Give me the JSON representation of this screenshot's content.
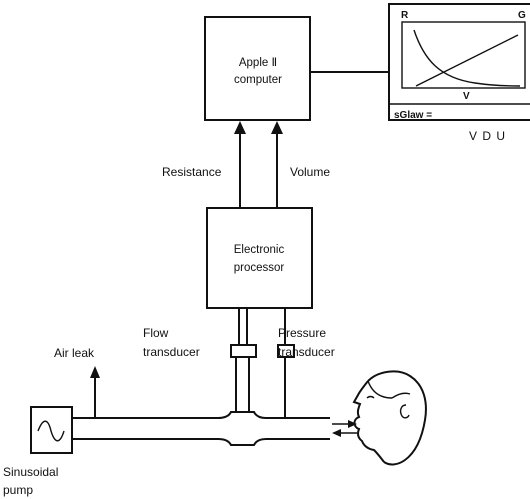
{
  "computer": {
    "line1": "Apple Ⅱ",
    "line2": "computer"
  },
  "vdu": {
    "label": "V D U",
    "axis_r": "R",
    "axis_g": "G",
    "axis_v": "V",
    "readout": "sGlaw ="
  },
  "arrows": {
    "resistance": "Resistance",
    "volume": "Volume"
  },
  "processor": {
    "line1": "Electronic",
    "line2": "processor"
  },
  "flow_transducer": {
    "line1": "Flow",
    "line2": "transducer"
  },
  "pressure_transducer": {
    "line1": "Pressure",
    "line2": "transducer"
  },
  "air_leak": "Air leak",
  "pump": {
    "line1": "Sinusoidal",
    "line2": "pump"
  },
  "colors": {
    "ink": "#111111",
    "paper": "#ffffff"
  }
}
